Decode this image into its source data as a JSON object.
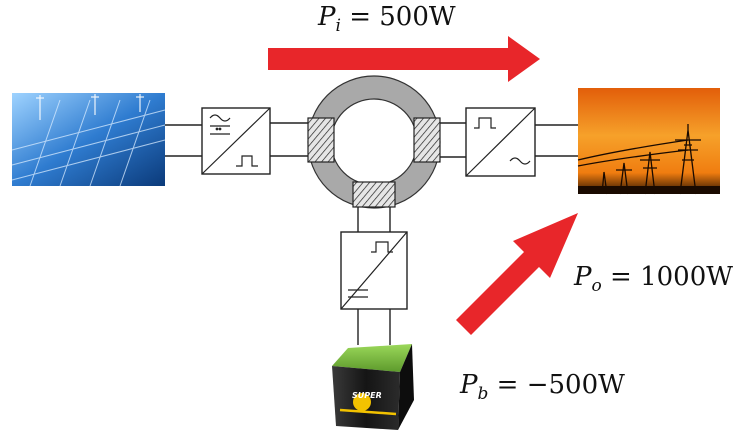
{
  "labels": {
    "p_i": {
      "symbol": "P",
      "sub": "i",
      "value": "= 500W"
    },
    "p_o": {
      "symbol": "P",
      "sub": "o",
      "value": "= 1000W"
    },
    "p_b": {
      "symbol": "P",
      "sub": "b",
      "value": "= −500W"
    }
  },
  "battery_brand": "SUPER",
  "icons": {
    "inverter_left": [
      "ac-wave-icon",
      "dc-bars-icon",
      "square-pulse-icon"
    ],
    "inverter_right": [
      "square-pulse-icon",
      "ac-wave-icon"
    ],
    "inverter_bottom": [
      "square-pulse-icon",
      "dc-bars-icon"
    ]
  },
  "colors": {
    "arrow": "#e8262a",
    "core_outer": "#a9a9a9",
    "core_inner": "#ffffff",
    "winding": "#e6e6e6",
    "sky_sunset": "#f0820f",
    "solar_blue": "#1e5aa8",
    "battery_green": "#7ac143",
    "battery_body": "#202020"
  }
}
